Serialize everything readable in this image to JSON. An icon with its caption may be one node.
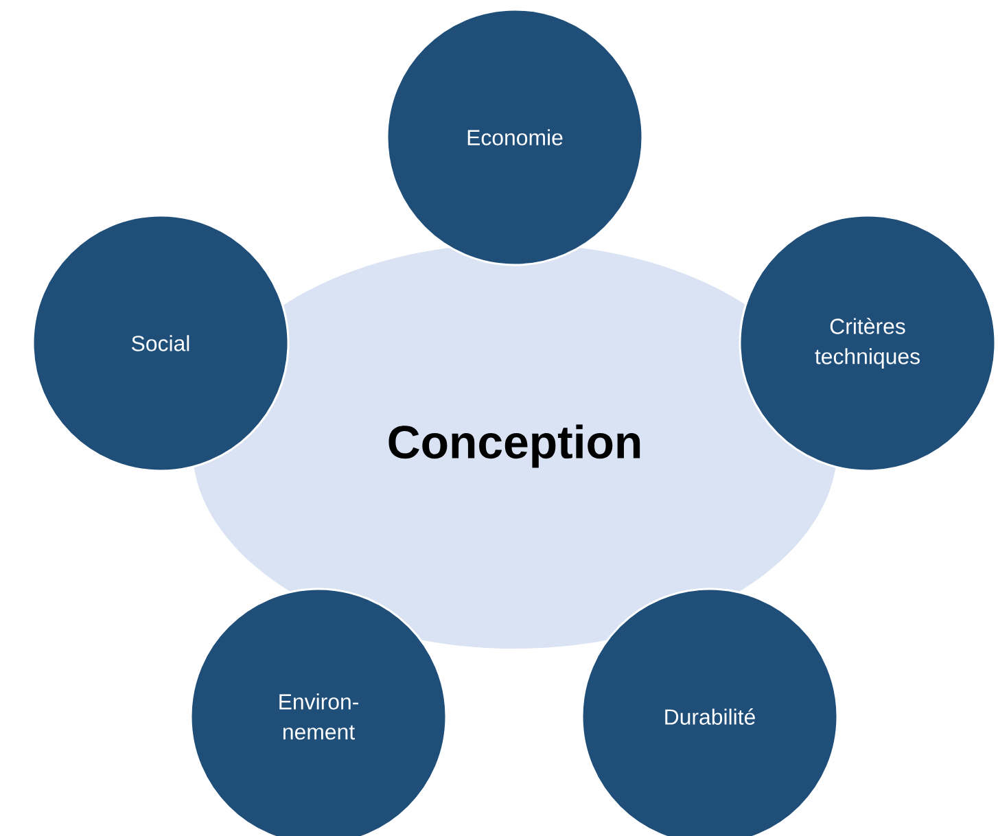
{
  "diagram": {
    "nodes": [
      {
        "text": [
          "Conception"
        ]
      },
      {
        "text": [
          "Economie"
        ]
      },
      {
        "text": [
          "Social"
        ]
      },
      {
        "text": [
          "Critères techniques"
        ]
      },
      {
        "text": [
          "Environ- nement"
        ]
      },
      {
        "text": [
          "Durabilité"
        ]
      }
    ]
  }
}
